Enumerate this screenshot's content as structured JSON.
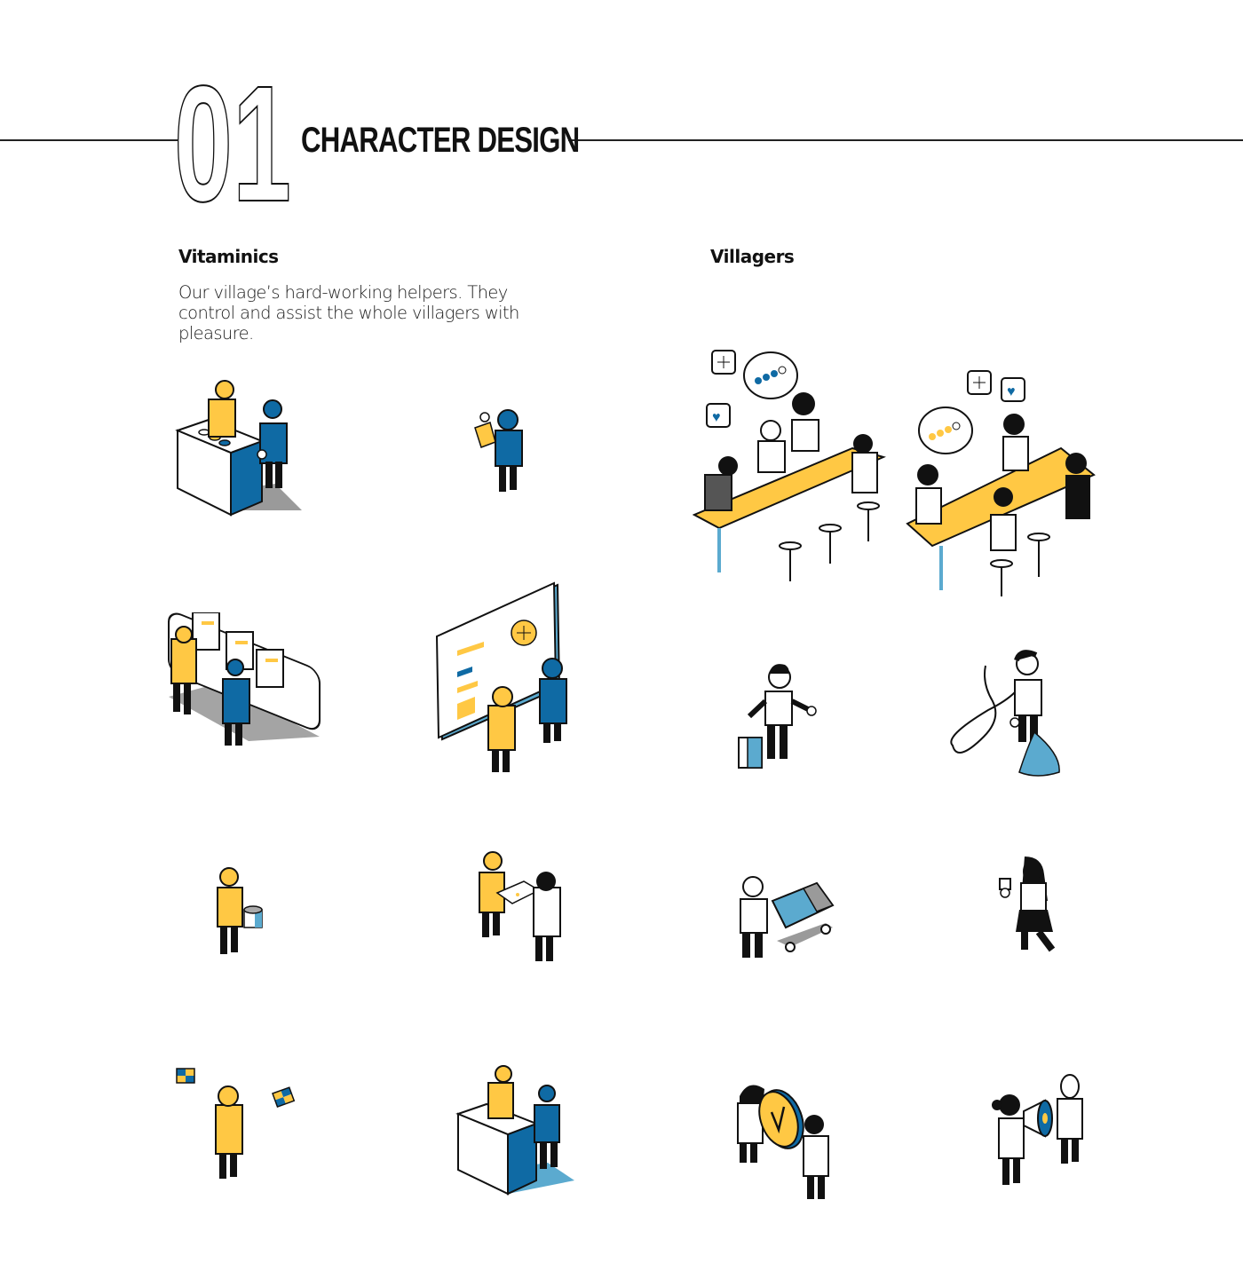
{
  "header": {
    "section_number": "01",
    "section_title": "CHARACTER DESIGN"
  },
  "colors": {
    "yellow": "#FFC844",
    "blue": "#0F6AA4",
    "light_blue": "#5BAACF",
    "shadow_gray": "#9A9A9A",
    "ink": "#111111"
  },
  "vitaminics": {
    "heading": "Vitaminics",
    "description": "Our village’s hard-working helpers. They control and assist the whole villagers with pleasure.",
    "illustrations": [
      {
        "id": "control-desk-duo",
        "label": "Two helpers at a control desk"
      },
      {
        "id": "clipboard-helper",
        "label": "Blue helper reading a clipboard"
      },
      {
        "id": "monitor-station",
        "label": "Helpers at monitor station"
      },
      {
        "id": "dashboard-board",
        "label": "Helpers at big dashboard screen"
      },
      {
        "id": "bucket-helper",
        "label": "Yellow helper carrying a bucket"
      },
      {
        "id": "document-handover",
        "label": "Helper handing documents to villager"
      },
      {
        "id": "flag-signaler",
        "label": "Yellow helper waving flags"
      },
      {
        "id": "control-desk-duo-2",
        "label": "Two helpers at a control desk (variant)"
      }
    ]
  },
  "villagers": {
    "heading": "Villagers",
    "illustrations": [
      {
        "id": "cafe-table-1",
        "label": "Villagers chatting at cafe table"
      },
      {
        "id": "cafe-table-2",
        "label": "Villagers chatting at cafe table (variant)"
      },
      {
        "id": "traveler",
        "label": "Villager with suitcase"
      },
      {
        "id": "gardener",
        "label": "Villager watering with hose"
      },
      {
        "id": "shopper",
        "label": "Villager pushing shopping cart"
      },
      {
        "id": "coffee-walker",
        "label": "Villager walking with coffee"
      },
      {
        "id": "coin-carriers",
        "label": "Villagers carrying a coin"
      },
      {
        "id": "megaphone",
        "label": "Villager with megaphone"
      }
    ]
  }
}
